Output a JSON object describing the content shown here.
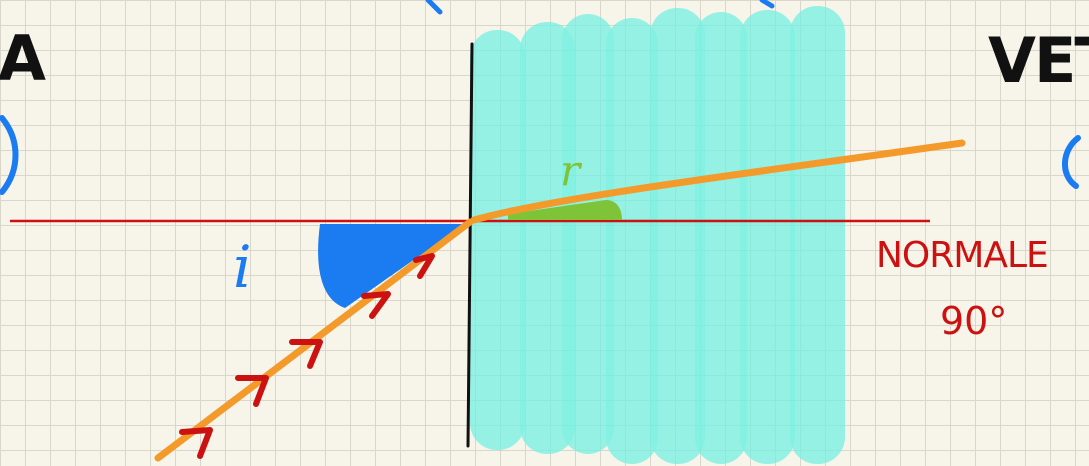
{
  "left_medium_label": "A",
  "right_medium_label": "VET",
  "incidence_label": "i",
  "refraction_label": "r",
  "normal_label": "NORMALE",
  "normal_angle": "90°",
  "colors": {
    "background": "#f7f4ea",
    "grid": "#d9d6cc",
    "glass": "#6ff0e0",
    "ray": "#f39a2b",
    "normal": "#cc1111",
    "arrows": "#cc1111",
    "incidence_angle": "#1b7bf0",
    "refraction_angle": "#7fc338",
    "interface": "#111111"
  }
}
